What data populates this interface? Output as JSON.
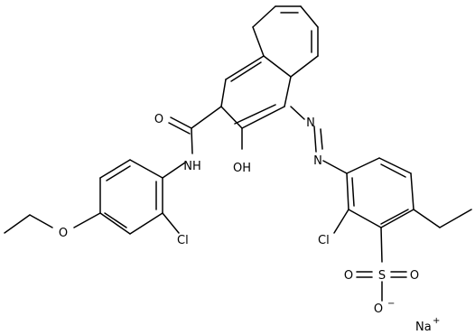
{
  "labels": {
    "amide_o": "O",
    "amide_nh": "NH",
    "hydroxyl": "OH",
    "azo_n1": "N",
    "azo_n2": "N",
    "cl_left": "Cl",
    "ether_o": "O",
    "cl_right": "Cl",
    "sulfur": "S",
    "sulfonyl_o_left": "O",
    "sulfonyl_o_right": "O",
    "sulfonate_o": "O",
    "sulfonate_charge": "−",
    "sodium": "Na",
    "sodium_charge": "+"
  }
}
